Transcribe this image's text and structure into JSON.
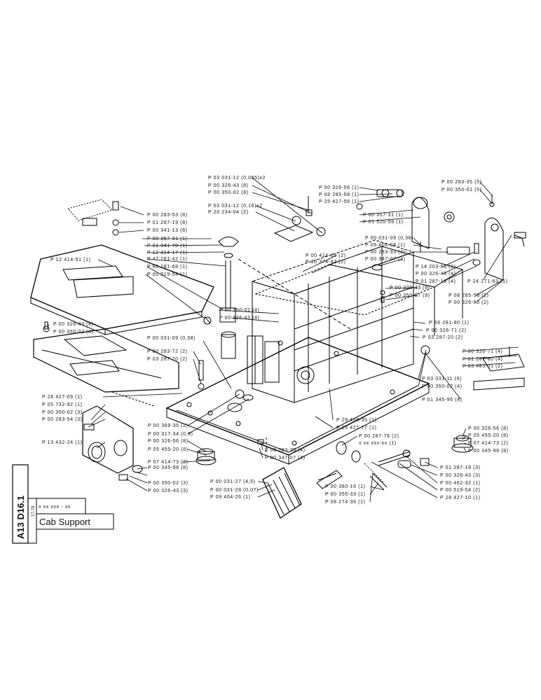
{
  "title_block": {
    "code": "A13 D16.1",
    "small": "17-78",
    "part_no": "x xx xxx - xx",
    "title": "Cab Support"
  },
  "labels": {
    "l01": "P 03 031-12 (0,065)x2",
    "l02": "P 00 326-43 (8)",
    "l03": "P 00 350-02 (8)",
    "l04": "P 03 031-12 (0,16)x2",
    "l05": "P 20 234-04 (2)",
    "l06": "P 00 326-56 (1)",
    "l07": "P 08 285-58 (1)",
    "l08": "P 25 427-56 (1)",
    "l09": "P 00 357-31 (1)",
    "l10": "P 01 520-59 (1)",
    "l11": "P 00 283-35 (5)",
    "l12": "P 00 350-01 (5)",
    "l13": "P 00 283-53 (8)",
    "l14": "P 01 287-19 (8)",
    "l15": "P 00 341-13 (8)",
    "l16": "P 00 357-31 (1)",
    "l17": "P 01 041-70 (1)",
    "l18": "P 12 414-17 (1)",
    "l19": "P 47 281-42 (1)",
    "l20": "P 60 281-68 (1)",
    "l21": "P 00 519-54 (1)",
    "l22": "P 12 414-51 (1)",
    "l23": "P 00 031-09 (0,38)",
    "l24": "P 09 404-04 (1)",
    "l25": "P 00 283-33 (2)",
    "l26": "P 00 347-07 (2)",
    "l27": "P 00 414-69 (2)",
    "l28": "P 10 374-42 (2)",
    "l29": "P 14 203-66 (1)",
    "l30": "P 00 326-43 (4)",
    "l31": "P 01 287-19 (4)",
    "l32": "P 24 271-63 (1)",
    "l33": "P 00 326-43 (9)",
    "l34": "P 00 350-07 (9)",
    "l35": "P 08 285-58 (2)",
    "l36": "P 00 326-63 (2)",
    "l37": "P 00 350-02 (4)",
    "l38": "P 00 326-43 (4)",
    "l39": "P 00 326-43 (8)",
    "l40": "P 00 350-02 (8)",
    "l41": "P 56 281-90 (1)",
    "l42": "P 00 326-71 (2)",
    "l43": "P 03 287-20 (2)",
    "l44": "P 00 031-09 (0,38)",
    "l45": "P 00 283-72 (2)",
    "l46": "P 03 287-20 (2)",
    "l47": "P 00 326-71 (4)",
    "l48": "P 01 287-80 (4)",
    "l49": "P 03 483-01 (2)",
    "l50": "P 28 427-09 (1)",
    "l51": "P 05 732-92 (1)",
    "l52": "P 00 350-02 (3)",
    "l53": "P 00 283-54 (3)",
    "l54": "P 03 031-11 (6)",
    "l55": "P 00 350-02 (4)",
    "l56": "P 01 345-96 (4)",
    "l57": "P 13 432-24 (1)",
    "l58": "P 29 438-35 (1)",
    "l59": "P 25 427-77 (1)",
    "l60": "P 00 369-35 (2)",
    "l61": "P 00 317-34 (0,9)",
    "l62": "P 00 326-56 (8)",
    "l63": "P 05 455-20 (8)",
    "l64": "P 00 287-76 (2)",
    "l65": "x xx xxx-xx (1)",
    "l66": "P 00 326-56 (8)",
    "l67": "P 05 455-20 (8)",
    "l68": "P 07 414-73 (2)",
    "l69": "P 00 345-98 (8)",
    "l70": "P 07 414-73 (2)",
    "l71": "P 00 345-98 (8)",
    "l72": "P 00 350-02 (3)",
    "l73": "P 00 326-43 (3)",
    "l74": "P 00 283-35 (4)",
    "l75": "P 00 347-07 (4)",
    "l76": "P 00 031-27 (4,5)",
    "l77": "P 00 031-28 (0,07)",
    "l78": "P 09 404-26 (1)",
    "l79": "P 00 380-16 (1)",
    "l80": "P 00 355-33 (1)",
    "l81": "P 08 274-36 (1)",
    "l82": "P 01 287-19 (3)",
    "l83": "P 00 326-43 (3)",
    "l84": "P 00 462-32 (1)",
    "l85": "P 00 519-54 (2)",
    "l86": "P 28 427-10 (1)"
  }
}
